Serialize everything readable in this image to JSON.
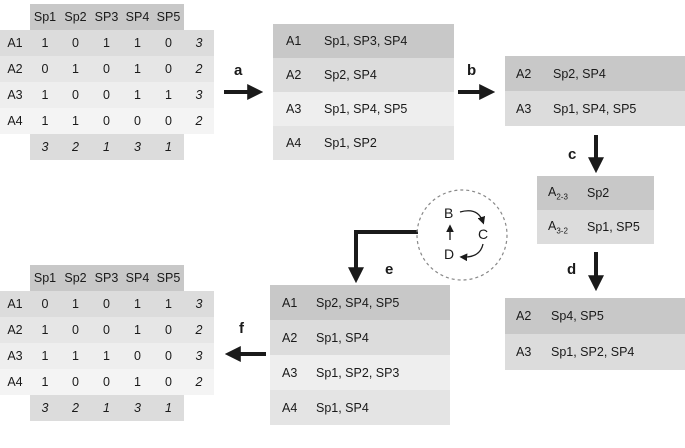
{
  "matrix_top": {
    "columns": [
      "Sp1",
      "Sp2",
      "SP3",
      "SP4",
      "SP5"
    ],
    "rows": [
      {
        "label": "A1",
        "values": [
          "1",
          "0",
          "1",
          "1",
          "0"
        ],
        "total": "3"
      },
      {
        "label": "A2",
        "values": [
          "0",
          "1",
          "0",
          "1",
          "0"
        ],
        "total": "2"
      },
      {
        "label": "A3",
        "values": [
          "1",
          "0",
          "0",
          "1",
          "1"
        ],
        "total": "3"
      },
      {
        "label": "A4",
        "values": [
          "1",
          "1",
          "0",
          "0",
          "0"
        ],
        "total": "2"
      }
    ],
    "col_totals": [
      "3",
      "2",
      "1",
      "3",
      "1"
    ]
  },
  "panel_a": [
    {
      "label": "A1",
      "text": "Sp1, SP3, SP4"
    },
    {
      "label": "A2",
      "text": "Sp2, SP4"
    },
    {
      "label": "A3",
      "text": "Sp1, SP4, SP5"
    },
    {
      "label": "A4",
      "text": "Sp1, SP2"
    }
  ],
  "panel_b": [
    {
      "label": "A2",
      "text": "Sp2, SP4"
    },
    {
      "label": "A3",
      "text": "Sp1, SP4, SP5"
    }
  ],
  "panel_c": [
    {
      "label_main": "A",
      "label_sub": "2-3",
      "text": "Sp2"
    },
    {
      "label_main": "A",
      "label_sub": "3-2",
      "text": "Sp1, SP5"
    }
  ],
  "panel_d": [
    {
      "label": "A2",
      "text": "Sp4, SP5"
    },
    {
      "label": "A3",
      "text": "Sp1, SP2, SP4"
    }
  ],
  "panel_e": [
    {
      "label": "A1",
      "text": "Sp2, SP4, SP5"
    },
    {
      "label": "A2",
      "text": "Sp1, SP4"
    },
    {
      "label": "A3",
      "text": "Sp1, SP2, SP3"
    },
    {
      "label": "A4",
      "text": "Sp1, SP4"
    }
  ],
  "matrix_bottom": {
    "columns": [
      "Sp1",
      "Sp2",
      "SP3",
      "SP4",
      "SP5"
    ],
    "rows": [
      {
        "label": "A1",
        "values": [
          "0",
          "1",
          "0",
          "1",
          "1"
        ],
        "total": "3"
      },
      {
        "label": "A2",
        "values": [
          "1",
          "0",
          "0",
          "1",
          "0"
        ],
        "total": "2"
      },
      {
        "label": "A3",
        "values": [
          "1",
          "1",
          "1",
          "0",
          "0"
        ],
        "total": "3"
      },
      {
        "label": "A4",
        "values": [
          "1",
          "0",
          "0",
          "1",
          "0"
        ],
        "total": "2"
      }
    ],
    "col_totals": [
      "3",
      "2",
      "1",
      "3",
      "1"
    ]
  },
  "cycle": {
    "b": "B",
    "c": "C",
    "d": "D"
  },
  "steps": {
    "a": "a",
    "b": "b",
    "c": "c",
    "d": "d",
    "e": "e",
    "f": "f"
  },
  "colors": {
    "dark": "#c8c8c8",
    "mid": "#dcdcdc",
    "light": "#eeeeee",
    "lighter": "#f4f4f4",
    "arrow": "#1a1a1a"
  }
}
